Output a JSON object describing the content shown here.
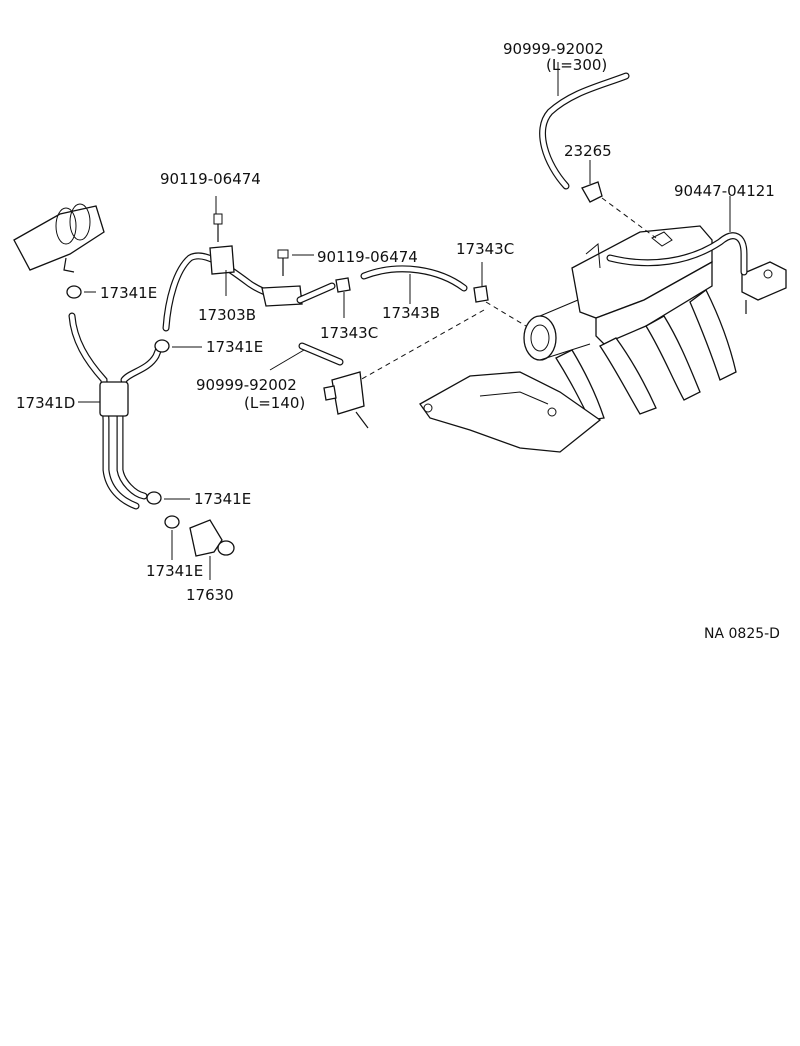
{
  "labels": {
    "hose_top_part": "90999-92002",
    "hose_top_length": "(L=300)",
    "fitting_23265": "23265",
    "bolt_90447": "90447-04121",
    "bolt_left": "90119-06474",
    "bolt_mid": "90119-06474",
    "clamp_17343c_top": "17343C",
    "hose_17343b": "17343B",
    "clamp_17343c_bottom": "17343C",
    "pipe_17303b": "17303B",
    "clamp_17341e_1": "17341E",
    "clamp_17341e_2": "17341E",
    "hose_17341d": "17341D",
    "hose_mid_part": "90999-92002",
    "hose_mid_length": "(L=140)",
    "clamp_17341e_3": "17341E",
    "clamp_17341e_4": "17341E",
    "valve_17630": "17630",
    "diagram_code": "NA 0825-D"
  }
}
